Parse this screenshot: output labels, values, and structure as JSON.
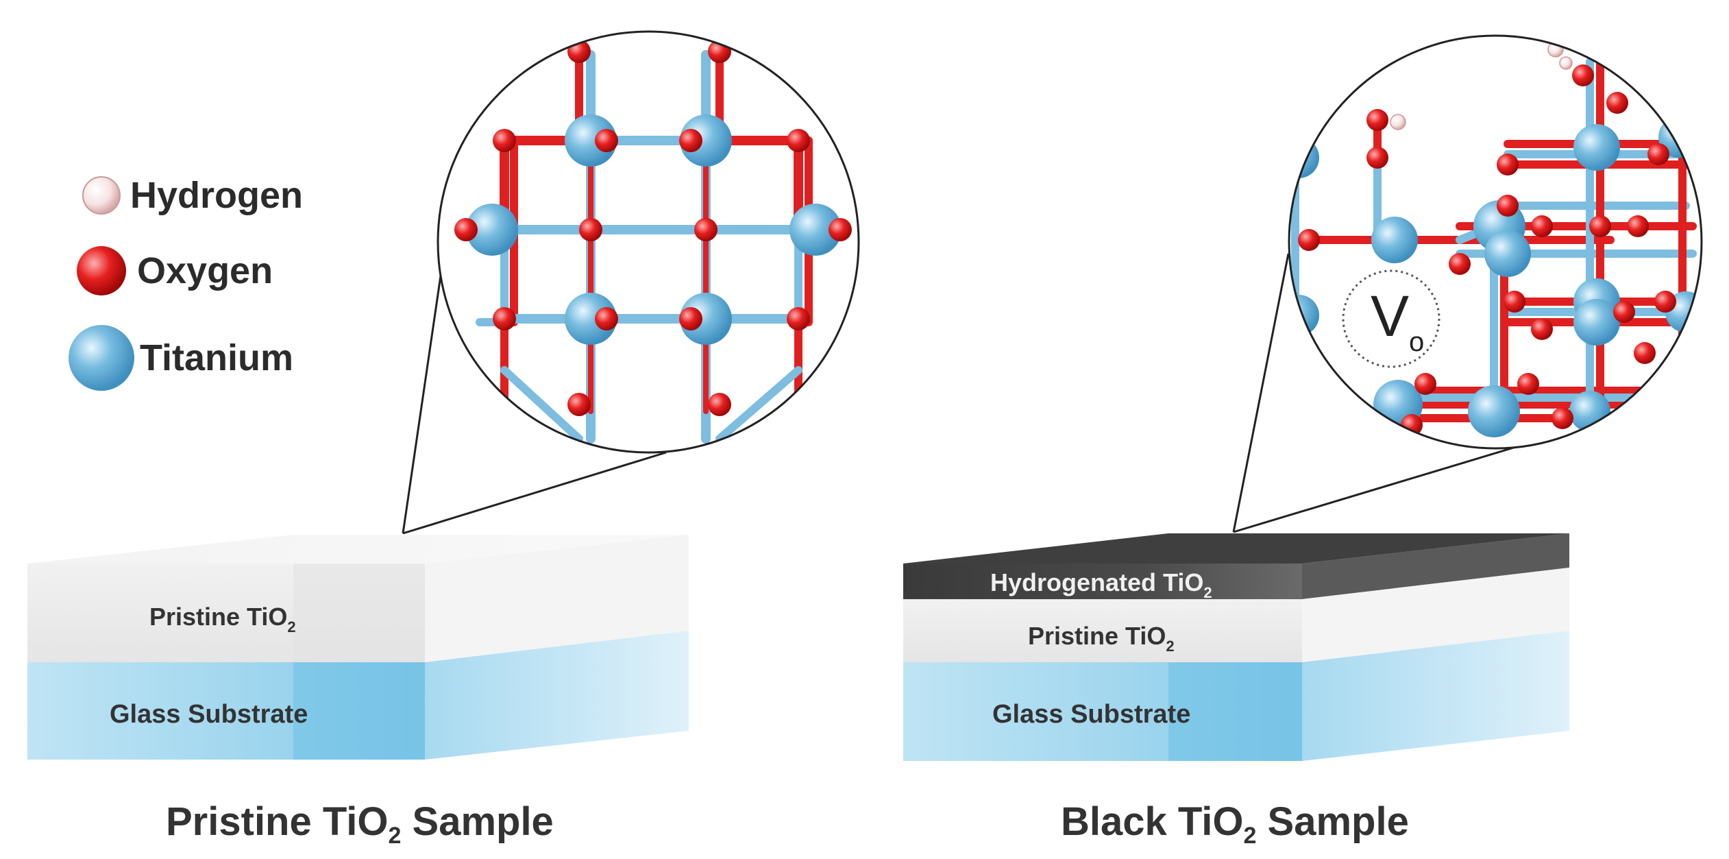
{
  "legend": {
    "hydrogen": "Hydrogen",
    "oxygen": "Oxygen",
    "titanium": "Titanium"
  },
  "colors": {
    "hydrogen": "#f4dede",
    "oxygen": "#e01a1a",
    "titanium": "#6fb3d8",
    "glass": "#7cc8e8",
    "pristine": "#ececec",
    "hydrogenated": "#444444"
  },
  "left_sample": {
    "pristine_layer": {
      "main": "Pristine TiO",
      "sub": "2"
    },
    "glass_layer": "Glass Substrate",
    "caption": {
      "pre": "Pristine TiO",
      "sub": "2",
      "post": " Sample"
    }
  },
  "right_sample": {
    "hydrogenated_layer": {
      "main": "Hydrogenated TiO",
      "sub": "2"
    },
    "pristine_layer": {
      "main": "Pristine TiO",
      "sub": "2"
    },
    "glass_layer": "Glass Substrate",
    "caption": {
      "pre": "Black TiO",
      "sub": "2",
      "post": " Sample"
    },
    "vacancy": {
      "main": "V",
      "sub": "o"
    }
  }
}
